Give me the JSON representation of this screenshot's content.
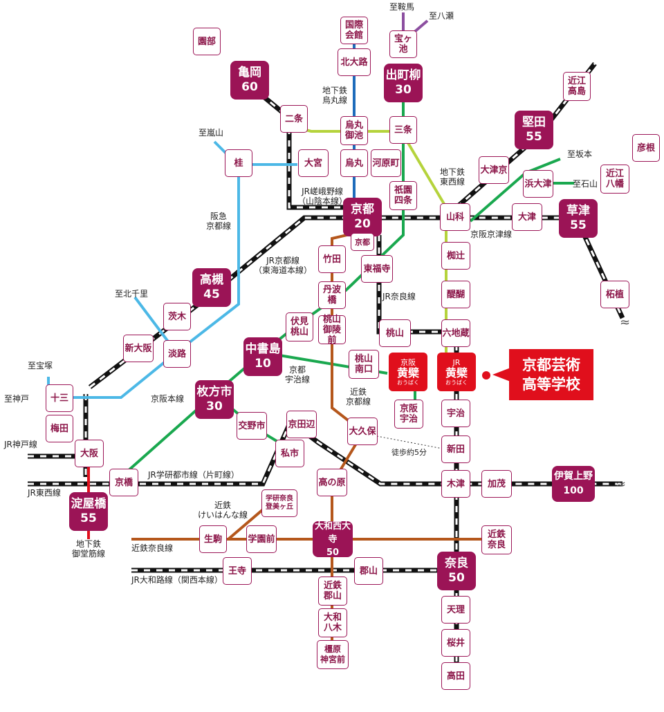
{
  "colors": {
    "station": "#9b1456",
    "highlight": "#e00f1c",
    "karasuma": "#1e6cbb",
    "tozai": "#b5d33c",
    "keihan": "#1aa84f",
    "hankyu": "#4cb8e6",
    "kintetsu": "#b5571c",
    "eizan": "#8c4fa0"
  },
  "school": {
    "name": "京都芸術\n高等学校"
  },
  "highlight_stations": [
    {
      "key": "obaku_keihan",
      "top": "京阪",
      "mid": "黄檗",
      "bot": "おうばく"
    },
    {
      "key": "obaku_jr",
      "top": "JR",
      "mid": "黄檗",
      "bot": "おうばく"
    }
  ],
  "stations": {
    "sonobe": "園部",
    "kameoka": "亀岡\n60",
    "kokusai": "国際\n会館",
    "kitaoji": "北大路",
    "takaragaike": "宝ヶ池",
    "demachi": "出町柳\n30",
    "nijo": "二条",
    "karasuma_oike": "烏丸\n御池",
    "sanjo": "三条",
    "katsura": "桂",
    "omiya": "大宮",
    "karasuma": "烏丸",
    "kawaramachi": "河原町",
    "gion": "祇園\n四条",
    "kyoto": "京都\n20",
    "kyoto_small": "京都",
    "takeda": "竹田",
    "tofukuji": "東福寺",
    "tambabashi": "丹波橋",
    "fushimi": "伏見\n桃山",
    "momoyama_goryo": "桃山\n御陵前",
    "momoyama": "桃山",
    "katata": "堅田\n55",
    "omi_takashima": "近江\n高島",
    "otsukyo": "大津京",
    "hamaotsu": "浜大津",
    "yamashina": "山科",
    "otsu": "大津",
    "kusatsu": "草津\n55",
    "hikone": "彦根",
    "omi_hachiman": "近江\n八幡",
    "tsuge": "柘植",
    "nagitsuji": "椥辻",
    "daigo": "醍醐",
    "rokujizo": "六地蔵",
    "takatsuki": "高槻\n45",
    "ibaraki": "茨木",
    "shin_osaka": "新大阪",
    "awaji": "淡路",
    "juso": "十三",
    "umeda": "梅田",
    "osaka": "大阪",
    "yodoyabashi": "淀屋橋\n55",
    "kyobashi": "京橋",
    "hirakata": "枚方市\n30",
    "nakashojima": "中書島\n10",
    "momoyama_minamiguchi": "桃山\n南口",
    "keihan_uji": "京阪\n宇治",
    "uji": "宇治",
    "shinden": "新田",
    "kizu": "木津",
    "kamo": "加茂",
    "iga_ueno": "伊賀上野\n100",
    "okubo": "大久保",
    "kyotanabe": "京田辺",
    "kono": "交野市",
    "kisaichi": "私市",
    "takanohara": "高の原",
    "gakkennara": "学研奈良\n登美ヶ丘",
    "ikoma": "生駒",
    "gakuenmae": "学園前",
    "yamato_saidaiji": "大和西大寺\n50",
    "kintetsu_nara": "近鉄\n奈良",
    "oji": "王寺",
    "koriyama": "郡山",
    "nara": "奈良\n50",
    "kintetsu_koriyama": "近鉄\n郡山",
    "yamato_yagi": "大和\n八木",
    "kashihara": "橿原\n神宮前",
    "tenri": "天理",
    "sakurai": "桜井",
    "takada": "高田"
  },
  "labels": {
    "to_kurama": "至鞍馬",
    "to_yase": "至八瀬",
    "to_arashiyama": "至嵐山",
    "karasuma_line": "地下鉄\n烏丸線",
    "sagano_line": "JR嵯峨野線\n（山陰本線）",
    "hankyu_line": "阪急\n京都線",
    "jr_kyoto_line": "JR京都線\n（東海道本線）",
    "to_kitasenri": "至北千里",
    "to_takarazuka": "至宝塚",
    "to_kobe": "至神戸",
    "jr_kobe_line": "JR神戸線",
    "jr_tozai_line": "JR東西線",
    "midosuji": "地下鉄\n御堂筋線",
    "keihan_main": "京阪本線",
    "gakkentoshi": "JR学研都市線（片町線）",
    "keihanna": "近鉄\nけいはんな線",
    "kintetsu_nara_line": "近鉄奈良線",
    "yamatoji": "JR大和路線（関西本線）",
    "tozai_line": "地下鉄\n東西線",
    "keishin": "京阪京津線",
    "jr_nara_line": "JR奈良線",
    "to_sakamoto": "至坂本",
    "to_ishiyama": "至石山",
    "uji_line": "京都\n宇治線",
    "kintetsu_kyoto_line": "近鉄\n京都線",
    "walk": "徒歩約5分"
  }
}
